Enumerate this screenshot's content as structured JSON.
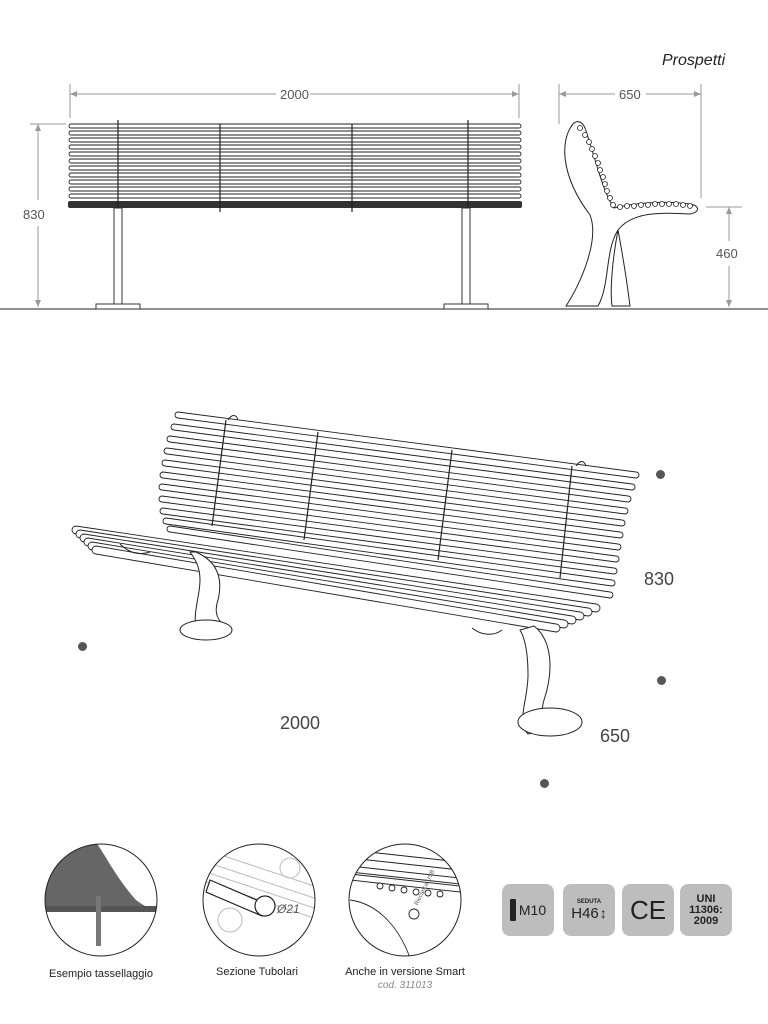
{
  "header": {
    "title": "Prospetti"
  },
  "elevation": {
    "front_width": "2000",
    "side_depth": "650",
    "height": "830",
    "seat_height": "460"
  },
  "perspective": {
    "height": "830",
    "length": "2000",
    "depth": "650"
  },
  "details": [
    {
      "caption": "Esempio tassellaggio"
    },
    {
      "caption": "Sezione Tubolari",
      "diameter_label": "Ø21"
    },
    {
      "caption": "Anche in versione Smart",
      "code": "cod. 311013",
      "stamp": "Riccarica USB"
    }
  ],
  "badges": {
    "anchor": "M10",
    "seat_label": "SEDUTA",
    "seat_value": "H46",
    "ce": "CE",
    "uni_line1": "UNI",
    "uni_line2": "11306:",
    "uni_line3": "2009"
  }
}
